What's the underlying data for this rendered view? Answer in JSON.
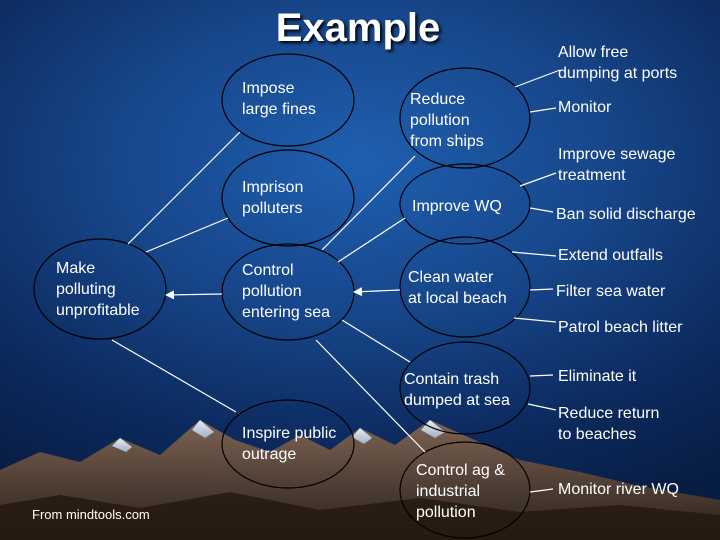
{
  "title": "Example",
  "credit": "From mindtools.com",
  "nodes": {
    "root": "Make\npolluting\nunprofitable",
    "impose": "Impose\nlarge fines",
    "imprison": "Imprison\npolluters",
    "control": "Control\npollution\nentering sea",
    "inspire": "Inspire public\noutrage",
    "reduce_ships": "Reduce\npollution\nfrom ships",
    "improve_wq": "Improve WQ",
    "clean_water": "Clean water\nat local beach",
    "contain_trash": "Contain trash\ndumped at sea",
    "control_ag": "Control ag &\nindustrial\npollution"
  },
  "leaves": {
    "allow_dumping": "Allow free\ndumping at ports",
    "monitor": "Monitor",
    "improve_sewage": "Improve sewage\ntreatment",
    "ban_solid": "Ban solid discharge",
    "extend_outfalls": "Extend outfalls",
    "filter_sea": "Filter sea water",
    "patrol_litter": "Patrol beach litter",
    "eliminate": "Eliminate it",
    "reduce_return": "Reduce return\nto beaches",
    "monitor_river": "Monitor river WQ"
  },
  "colors": {
    "background": "#17468a",
    "text": "#ffffff",
    "lines": "#ffffff"
  }
}
